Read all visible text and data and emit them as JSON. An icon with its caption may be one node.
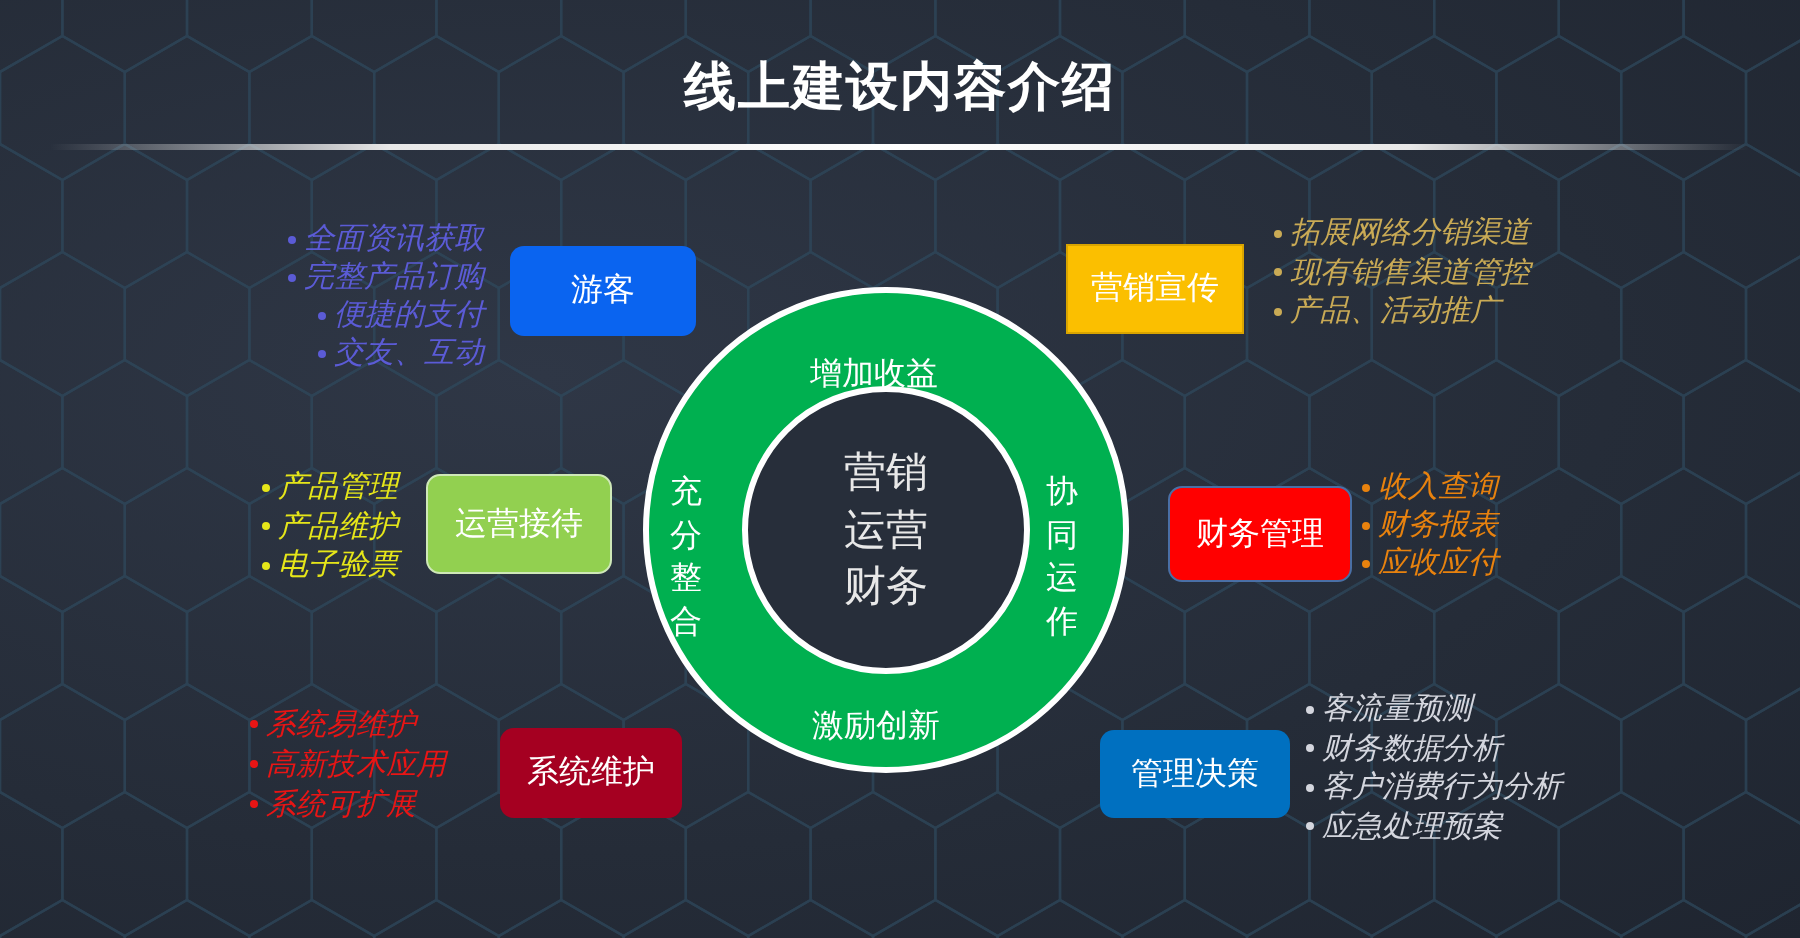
{
  "diagram": {
    "title": "线上建设内容介绍",
    "nodes": [
      {
        "text": [
          "增加收益",
          "充分整合",
          "协同运作",
          "激励创新"
        ]
      },
      {
        "text": [
          "营销运营财务"
        ],
        "in": 0
      },
      {
        "text": [
          "游客"
        ],
        "beside": [
          "全面资讯获取",
          "完整产品订购",
          "便捷的支付",
          "交友、互动"
        ]
      },
      {
        "text": [
          "营销宣传"
        ],
        "beside": [
          "拓展网络分销渠道",
          "现有销售渠道管控",
          "产品、活动推广"
        ]
      },
      {
        "text": [
          "运营接待"
        ],
        "beside": [
          "产品管理",
          "产品维护",
          "电子验票"
        ]
      },
      {
        "text": [
          "财务管理"
        ],
        "beside": [
          "收入查询",
          "财务报表",
          "应收应付"
        ]
      },
      {
        "text": [
          "系统维护"
        ],
        "beside": [
          "系统易维护",
          "高新技术应用",
          "系统可扩展"
        ]
      },
      {
        "text": [
          "管理决策"
        ],
        "beside": [
          "客流量预测",
          "财务数据分析",
          "客户消费行为分析",
          "应急处理预案"
        ]
      }
    ]
  }
}
